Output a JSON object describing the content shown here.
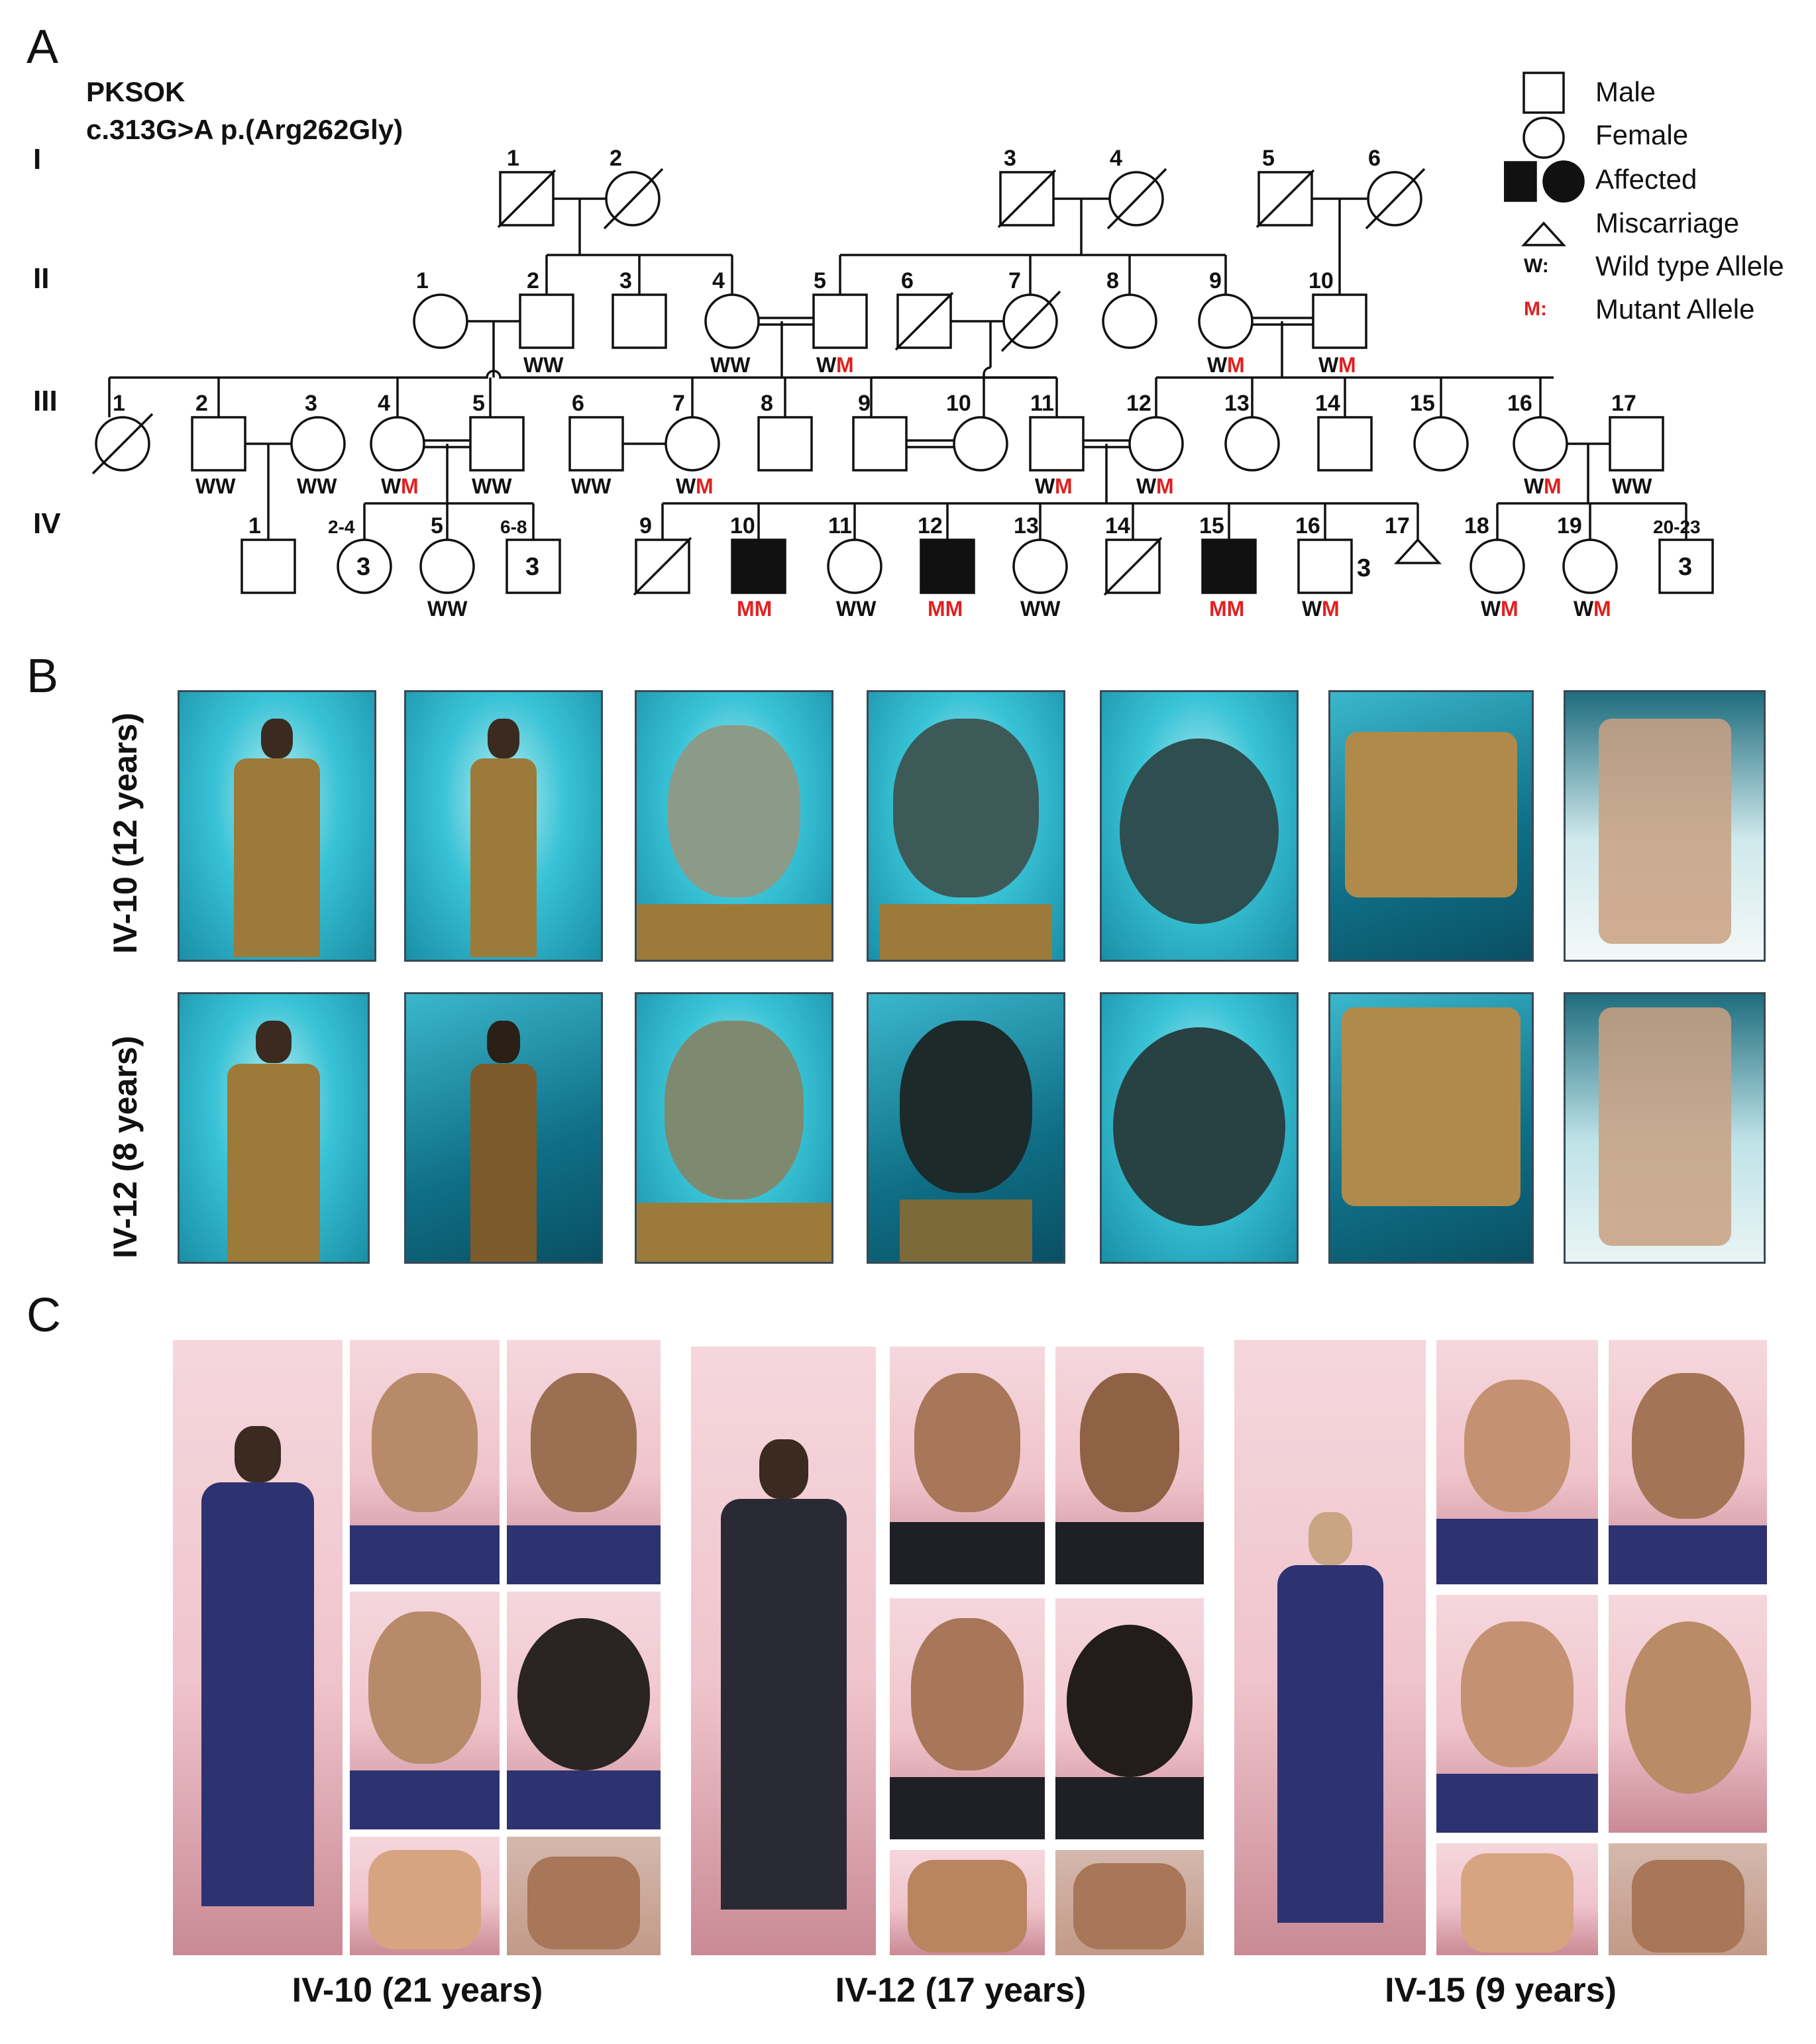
{
  "panels": {
    "a": "A",
    "b": "B",
    "c": "C"
  },
  "family": {
    "name": "PKSOK",
    "mutation": "c.313G>A p.(Arg262Gly)"
  },
  "generations": [
    "I",
    "II",
    "III",
    "IV"
  ],
  "legend": {
    "male": "Male",
    "female": "Female",
    "affected": "Affected",
    "miscarriage": "Miscarriage",
    "wild_key": "W:",
    "wild": "Wild type Allele",
    "mutant_key": "M:",
    "mutant": "Mutant Allele"
  },
  "pedigree": {
    "gen1": [
      "1",
      "2",
      "3",
      "4",
      "5",
      "6"
    ],
    "gen2": [
      "1",
      "2",
      "3",
      "4",
      "5",
      "6",
      "7",
      "8",
      "9",
      "10"
    ],
    "gen3": [
      "1",
      "2",
      "3",
      "4",
      "5",
      "6",
      "7",
      "8",
      "9",
      "10",
      "11",
      "12",
      "13",
      "14",
      "15",
      "16",
      "17"
    ],
    "gen4": [
      "1",
      "2-4",
      "5",
      "6-8",
      "9",
      "10",
      "11",
      "12",
      "13",
      "14",
      "15",
      "16",
      "17",
      "18",
      "19",
      "20-23"
    ],
    "counts": {
      "iv2_4": "3",
      "iv6_8": "3",
      "iv16": "3",
      "iv20_23": "3"
    },
    "genotypes": {
      "ww": "WW",
      "wm_w": "W",
      "wm_m": "M",
      "mm": "MM"
    }
  },
  "panel_b": {
    "rows": [
      "IV-10 (12 years)",
      "IV-12 (8 years)"
    ]
  },
  "panel_c": {
    "captions": [
      "IV-10 (21 years)",
      "IV-12 (17 years)",
      "IV-15 (9 years)"
    ]
  }
}
